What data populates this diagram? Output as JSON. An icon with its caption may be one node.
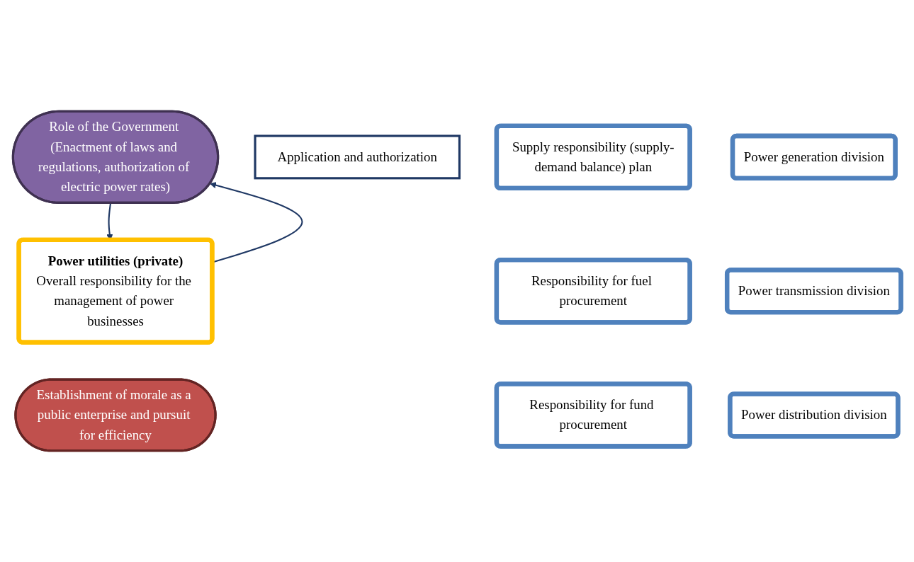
{
  "diagram": {
    "nodes": [
      {
        "text": [
          "Role of the Government (Enactment of laws and regulations, authorization of electric power rates)"
        ]
      },
      {
        "text": [
          "Application and authorization"
        ]
      },
      {
        "text": [
          "Power utilities (private)",
          "Overall responsibility for the management of power businesses"
        ]
      },
      {
        "text": [
          "Supply responsibility (supply-demand balance) plan"
        ]
      },
      {
        "text": [
          "Responsibility for fuel procurement"
        ]
      },
      {
        "text": [
          "Responsibility for fund procurement"
        ]
      },
      {
        "text": [
          "Power generation division"
        ]
      },
      {
        "text": [
          "Power transmission division"
        ]
      },
      {
        "text": [
          "Power distribution division"
        ]
      },
      {
        "text": [
          "Establishment of morale as a public enterprise and pursuit for efficiency"
        ]
      }
    ],
    "edges": [
      {
        "from": 2,
        "to": 0,
        "arrow": "to"
      },
      {
        "from": 0,
        "to": 2,
        "arrow": "to"
      }
    ]
  }
}
